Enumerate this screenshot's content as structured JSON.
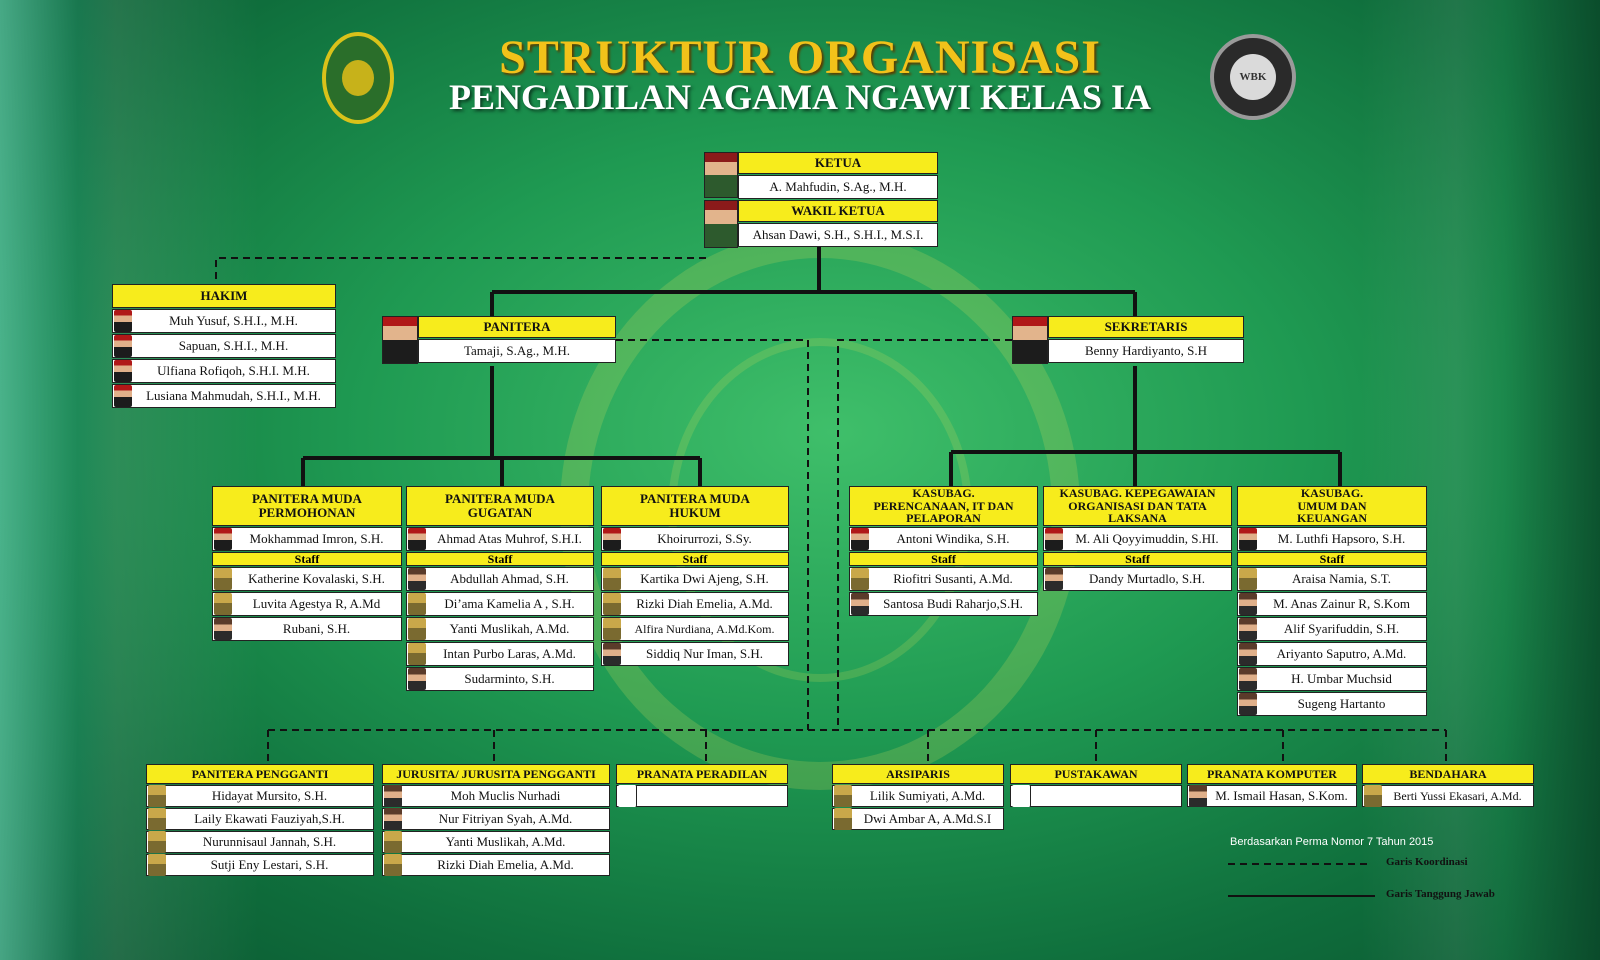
{
  "header": {
    "title": "STRUKTUR ORGANISASI",
    "subtitle": "PENGADILAN AGAMA NGAWI KELAS IA",
    "logo_left": "pengadilan-agama-logo",
    "logo_right": "wbk-zona-integritas-logo",
    "logo_right_text": "WBK"
  },
  "colors": {
    "header_fill": "#f7ec1c",
    "background": "#1f9a52",
    "title": "#f2c21a"
  },
  "pimpinan": {
    "ketua_title": "KETUA",
    "ketua_name": "A. Mahfudin, S.Ag., M.H.",
    "wakil_title": "WAKIL KETUA",
    "wakil_name": "Ahsan Dawi, S.H., S.H.I., M.S.I."
  },
  "hakim": {
    "title": "HAKIM",
    "members": [
      "Muh Yusuf, S.H.I., M.H.",
      "Sapuan, S.H.I., M.H.",
      "Ulfiana Rofiqoh, S.H.I. M.H.",
      "Lusiana Mahmudah, S.H.I., M.H."
    ]
  },
  "panitera": {
    "title": "PANITERA",
    "name": "Tamaji, S.Ag., M.H."
  },
  "sekretaris": {
    "title": "SEKRETARIS",
    "name": "Benny Hardiyanto, S.H"
  },
  "staff_label": "Staff",
  "pm_permohonan": {
    "title": "PANITERA MUDA PERMOHONAN",
    "head": "Mokhammad Imron, S.H.",
    "staff": [
      "Katherine Kovalaski, S.H.",
      "Luvita Agestya R, A.Md",
      "Rubani, S.H."
    ]
  },
  "pm_gugatan": {
    "title": "PANITERA MUDA GUGATAN",
    "head": "Ahmad Atas Muhrof, S.H.I.",
    "staff": [
      "Abdullah Ahmad, S.H.",
      "Di’ama Kamelia A , S.H.",
      "Yanti Muslikah, A.Md.",
      "Intan Purbo Laras, A.Md.",
      "Sudarminto, S.H."
    ]
  },
  "pm_hukum": {
    "title": "PANITERA MUDA HUKUM",
    "head": "Khoirurrozi, S.Sy.",
    "staff": [
      "Kartika Dwi Ajeng, S.H.",
      "Rizki Diah Emelia, A.Md.",
      "Alfira Nurdiana, A.Md.Kom.",
      "Siddiq Nur Iman, S.H."
    ]
  },
  "kasubag_ptip": {
    "title": "KASUBAG. PERENCANAAN, IT DAN PELAPORAN",
    "head": "Antoni Windika, S.H.",
    "staff": [
      "Riofitri Susanti, A.Md.",
      "Santosa Budi Raharjo,S.H."
    ]
  },
  "kasubag_kepeg": {
    "title": "KASUBAG. KEPEGAWAIAN ORGANISASI DAN TATA LAKSANA",
    "head": "M. Ali Qoyyimuddin, S.HI.",
    "staff": [
      "Dandy Murtadlo, S.H."
    ]
  },
  "kasubag_umum": {
    "title": "KASUBAG. UMUM DAN KEUANGAN",
    "head": "M. Luthfi Hapsoro, S.H.",
    "staff": [
      "Araisa Namia, S.T.",
      "M. Anas Zainur R, S.Kom",
      "Alif Syarifuddin, S.H.",
      "Ariyanto Saputro, A.Md.",
      "H. Umbar Muchsid",
      "Sugeng Hartanto"
    ]
  },
  "fungsional": {
    "panitera_pengganti": {
      "title": "PANITERA PENGGANTI",
      "members": [
        "Hidayat Mursito, S.H.",
        "Laily Ekawati Fauziyah,S.H.",
        "Nurunnisaul Jannah, S.H.",
        "Sutji Eny Lestari, S.H."
      ]
    },
    "jurusita": {
      "title": "JURUSITA/ JURUSITA PENGGANTI",
      "members": [
        "Moh Muclis Nurhadi",
        "Nur Fitriyan Syah, A.Md.",
        "Yanti Muslikah, A.Md.",
        "Rizki Diah Emelia, A.Md."
      ]
    },
    "pranata_peradilan": {
      "title": "PRANATA PERADILAN",
      "members": [
        ""
      ]
    },
    "arsiparis": {
      "title": "ARSIPARIS",
      "members": [
        "Lilik Sumiyati, A.Md.",
        "Dwi Ambar A, A.Md.S.I"
      ]
    },
    "pustakawan": {
      "title": "PUSTAKAWAN",
      "members": [
        ""
      ]
    },
    "pranata_komputer": {
      "title": "PRANATA KOMPUTER",
      "members": [
        "M. Ismail Hasan, S.Kom."
      ]
    },
    "bendahara": {
      "title": "BENDAHARA",
      "members": [
        "Berti Yussi Ekasari, A.Md."
      ]
    }
  },
  "legend": {
    "note": "Berdasarkan Perma Nomor 7 Tahun 2015",
    "dashed": "Garis Koordinasi",
    "solid": "Garis Tanggung Jawab"
  }
}
